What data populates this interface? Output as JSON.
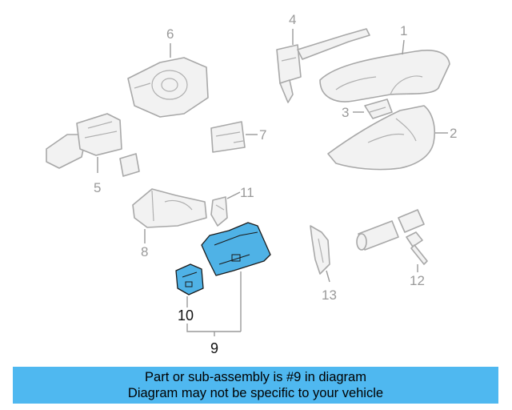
{
  "callouts": {
    "c1": "1",
    "c2": "2",
    "c3": "3",
    "c4": "4",
    "c5": "5",
    "c6": "6",
    "c7": "7",
    "c8": "8",
    "c9": "9",
    "c10": "10",
    "c11": "11",
    "c12": "12",
    "c13": "13"
  },
  "highlight_color": "#4fb2e6",
  "banner": {
    "line1": "Part or sub-assembly is #9 in diagram",
    "line2": "Diagram may not be specific to your vehicle",
    "color": "#4fb8f0"
  }
}
